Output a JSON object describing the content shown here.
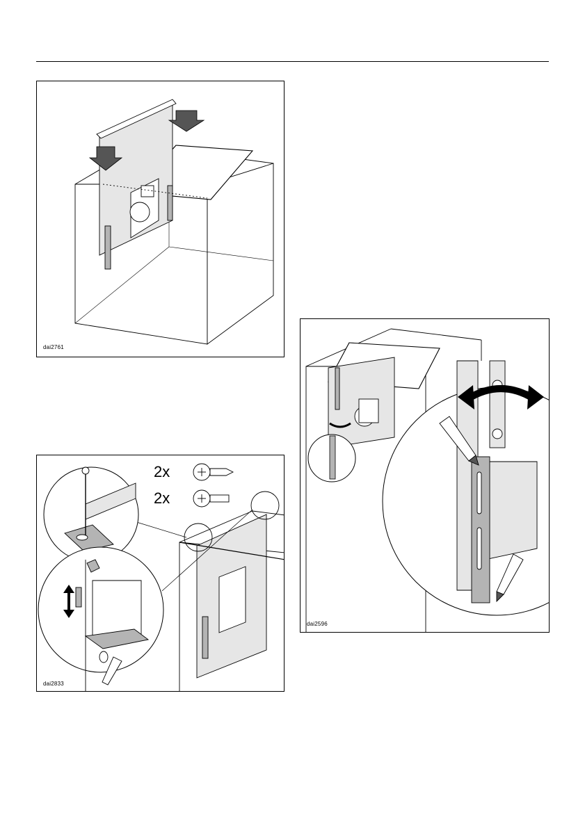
{
  "figures": {
    "fig1": {
      "id": "dai2761"
    },
    "fig2": {
      "id": "dai2596"
    },
    "fig3": {
      "id": "dai2833",
      "screws": [
        {
          "qty": "2x",
          "type": "wood-screw-icon"
        },
        {
          "qty": "2x",
          "type": "machine-screw-icon"
        }
      ]
    }
  },
  "colors": {
    "line": "#000000",
    "panel_fill": "#e6e6e6",
    "bracket_fill": "#b4b4b4",
    "arrow_fill": "#555555",
    "bubble_fill": "#ffffff"
  }
}
